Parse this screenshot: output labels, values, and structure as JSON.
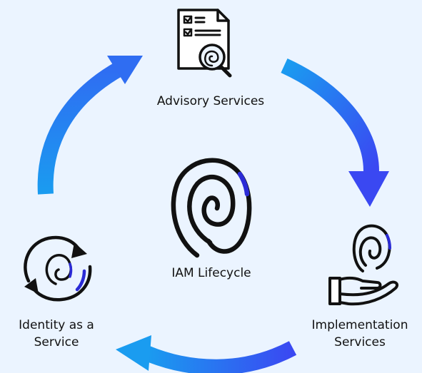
{
  "colors": {
    "background": "#ebf4ff",
    "arrow_start": "#1a9cf0",
    "arrow_end": "#3c3cf2",
    "icon_stroke": "#111111",
    "accent": "#2b2bd6"
  },
  "center": {
    "label": "IAM Lifecycle",
    "icon": "fingerprint-icon"
  },
  "stages": [
    {
      "id": "advisory",
      "line1": "Advisory Services",
      "line2": "",
      "icon": "document-fingerprint-magnifier-icon"
    },
    {
      "id": "implementation",
      "line1": "Implementation",
      "line2": "Services",
      "icon": "hand-fingerprint-icon"
    },
    {
      "id": "identity",
      "line1": "Identity as a",
      "line2": "Service",
      "icon": "cycle-fingerprint-icon"
    }
  ]
}
